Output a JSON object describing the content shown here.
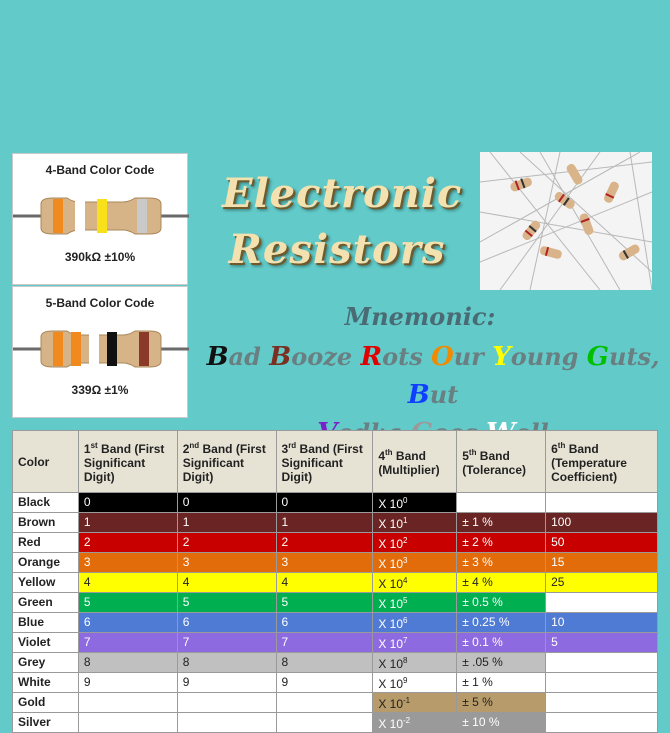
{
  "colors": {
    "background": "#62cbc9",
    "title_text": "#f4e1b0",
    "mnemonic_label": "#4a6b73"
  },
  "band4": {
    "title": "4-Band Color Code",
    "caption": "390kΩ ±10%",
    "bands": [
      "#f08a1e",
      "#ffffff",
      "#f8e01a",
      "#c9c9c9"
    ]
  },
  "band5": {
    "title": "5-Band Color Code",
    "caption": "339Ω ±1%",
    "bands": [
      "#f08a1e",
      "#f08a1e",
      "#ffffff",
      "#111111",
      "#8b3a2a"
    ]
  },
  "title": {
    "line1": "Electronic",
    "line2": "Resistors"
  },
  "mnemonic": {
    "label": "Mnemonic:",
    "line1": [
      {
        "cap": "B",
        "rest": "ad ",
        "color": "#111111"
      },
      {
        "cap": "B",
        "rest": "ooze ",
        "color": "#7a2f22"
      },
      {
        "cap": "R",
        "rest": "ots ",
        "color": "#e00000"
      },
      {
        "cap": "O",
        "rest": "ur ",
        "color": "#f08a00"
      },
      {
        "cap": "Y",
        "rest": "oung ",
        "color": "#ffff00"
      },
      {
        "cap": "G",
        "rest": "uts, ",
        "color": "#00c000"
      },
      {
        "cap": "B",
        "rest": "ut",
        "color": "#1040ff"
      }
    ],
    "line2": [
      {
        "cap": "V",
        "rest": "odka ",
        "color": "#7a22c8"
      },
      {
        "cap": "G",
        "rest": "oes ",
        "color": "#9a9a9a"
      },
      {
        "cap": "W",
        "rest": "ell",
        "color": "#ffffff"
      }
    ]
  },
  "table": {
    "headers": [
      {
        "text": "Color"
      },
      {
        "text": "1",
        "sup": "st",
        "rest": " Band (First Significant Digit)"
      },
      {
        "text": "2",
        "sup": "nd",
        "rest": " Band (First Significant Digit)"
      },
      {
        "text": "3",
        "sup": "rd",
        "rest": " Band (First Significant Digit)"
      },
      {
        "text": "4",
        "sup": "th",
        "rest": " Band (Multiplier)"
      },
      {
        "text": "5",
        "sup": "th",
        "rest": " Band (Tolerance)"
      },
      {
        "text": "6",
        "sup": "th",
        "rest": " Band (Temperature Coefficient)"
      }
    ],
    "rows": [
      {
        "name": "Black",
        "bg": "#000000",
        "fg": "#ffffff",
        "d1": "0",
        "d2": "0",
        "d3": "0",
        "mult": "X 10",
        "exp": "0",
        "tol": "",
        "temp": ""
      },
      {
        "name": "Brown",
        "bg": "#6b2424",
        "fg": "#ffffff",
        "d1": "1",
        "d2": "1",
        "d3": "1",
        "mult": "X 10",
        "exp": "1",
        "tol": "± 1 %",
        "temp": "100"
      },
      {
        "name": "Red",
        "bg": "#c80000",
        "fg": "#ffffff",
        "d1": "2",
        "d2": "2",
        "d3": "2",
        "mult": "X 10",
        "exp": "2",
        "tol": "± 2 %",
        "temp": "50"
      },
      {
        "name": "Orange",
        "bg": "#e36c0a",
        "fg": "#ffffff",
        "d1": "3",
        "d2": "3",
        "d3": "3",
        "mult": "X 10",
        "exp": "3",
        "tol": "± 3 %",
        "temp": "15"
      },
      {
        "name": "Yellow",
        "bg": "#ffff00",
        "fg": "#222222",
        "d1": "4",
        "d2": "4",
        "d3": "4",
        "mult": "X 10",
        "exp": "4",
        "tol": "± 4 %",
        "temp": "25"
      },
      {
        "name": "Green",
        "bg": "#00b050",
        "fg": "#ffffff",
        "d1": "5",
        "d2": "5",
        "d3": "5",
        "mult": "X 10",
        "exp": "5",
        "tol": "± 0.5 %",
        "temp": ""
      },
      {
        "name": "Blue",
        "bg": "#4f7bd5",
        "fg": "#ffffff",
        "d1": "6",
        "d2": "6",
        "d3": "6",
        "mult": "X 10",
        "exp": "6",
        "tol": "± 0.25 %",
        "temp": "10"
      },
      {
        "name": "Violet",
        "bg": "#8e6ae0",
        "fg": "#ffffff",
        "d1": "7",
        "d2": "7",
        "d3": "7",
        "mult": "X 10",
        "exp": "7",
        "tol": "± 0.1 %",
        "temp": "5"
      },
      {
        "name": "Grey",
        "bg": "#c0c0c0",
        "fg": "#222222",
        "d1": "8",
        "d2": "8",
        "d3": "8",
        "mult": "X 10",
        "exp": "8",
        "tol": "± .05 %",
        "temp": ""
      },
      {
        "name": "White",
        "bg": "#ffffff",
        "fg": "#222222",
        "d1": "9",
        "d2": "9",
        "d3": "9",
        "mult": "X 10",
        "exp": "9",
        "tol": "± 1 %",
        "temp": ""
      },
      {
        "name": "Gold",
        "bg": "",
        "fg": "#222222",
        "d1": "",
        "d2": "",
        "d3": "",
        "mult": "X 10",
        "exp": "-1",
        "tol": "± 5 %",
        "temp": "",
        "special": "#b89b6a"
      },
      {
        "name": "Silver",
        "bg": "",
        "fg": "#ffffff",
        "d1": "",
        "d2": "",
        "d3": "",
        "mult": "X 10",
        "exp": "-2",
        "tol": "± 10 %",
        "temp": "",
        "special": "#9a9a9a"
      }
    ]
  }
}
